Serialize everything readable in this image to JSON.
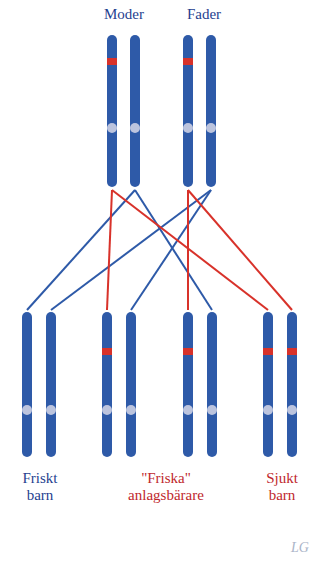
{
  "diagram": {
    "labels": [
      "Moder",
      "Fader",
      "Friskt barn",
      "\"Friska\" anlagsbärare",
      "Sjukt barn",
      "LG"
    ]
  }
}
